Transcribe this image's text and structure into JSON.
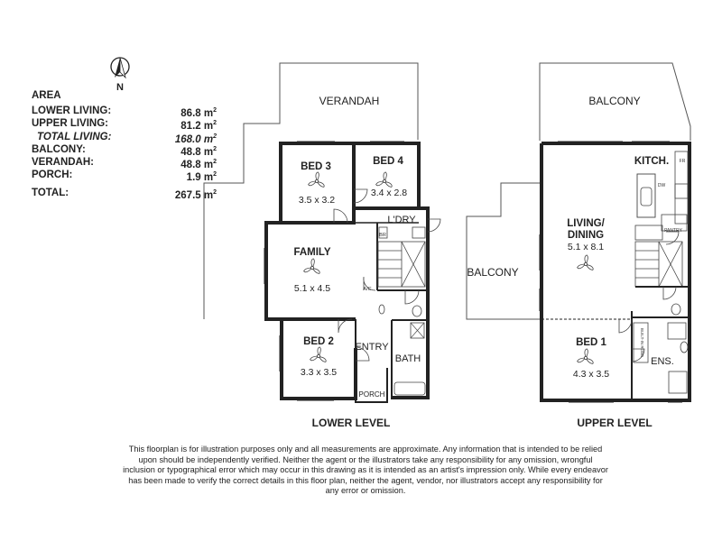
{
  "compass": {
    "label": "N"
  },
  "area_table": {
    "title": "AREA",
    "rows": [
      {
        "label": "LOWER LIVING:",
        "value": "86.8 m",
        "unit_sup": "2"
      },
      {
        "label": "UPPER LIVING:",
        "value": "81.2 m",
        "unit_sup": "2"
      },
      {
        "label": "TOTAL LIVING:",
        "value": "168.0 m",
        "unit_sup": "2"
      },
      {
        "label": "BALCONY:",
        "value": "48.8 m",
        "unit_sup": "2"
      },
      {
        "label": "VERANDAH:",
        "value": "48.8 m",
        "unit_sup": "2"
      },
      {
        "label": "PORCH:",
        "value": "1.9 m",
        "unit_sup": "2"
      },
      {
        "label": "TOTAL:",
        "value": "267.5 m",
        "unit_sup": "2"
      }
    ]
  },
  "lower_level": {
    "title": "LOWER LEVEL",
    "verandah": "VERANDAH",
    "bed3": {
      "name": "BED 3",
      "size": "3.5 x 3.2"
    },
    "bed4": {
      "name": "BED 4",
      "size": "3.4 x 2.8"
    },
    "laundry": "L'DRY",
    "family": {
      "name": "FAMILY",
      "size": "5.1 x 4.5"
    },
    "bed2": {
      "name": "BED 2",
      "size": "3.3 x 3.5"
    },
    "entry": "ENTRY",
    "bath": "BATH",
    "porch": "PORCH",
    "br_tag": "BR",
    "ac_tag": "A/C"
  },
  "upper_level": {
    "title": "UPPER LEVEL",
    "balcony_top": "BALCONY",
    "balcony_left": "BALCONY",
    "kitchen": "KITCH.",
    "living": {
      "name": "LIVING/",
      "name2": "DINING",
      "size": "5.1 x 8.1"
    },
    "pantry": "PANTRY",
    "fr_tag": "FR",
    "dw_tag": "DW",
    "bed1": {
      "name": "BED 1",
      "size": "4.3 x 3.5"
    },
    "ensuite": "ENS.",
    "robe": "BUILT-IN ROBE"
  },
  "disclaimer": "This floorplan is for illustration purposes only and all measurements are approximate. Any information that is intended to be relied upon should be independently verified. Neither the agent or the illustrators take any responsibility for any omission, wrongful inclusion or typographical error which may occur in this drawing as it is intended as an artist's impression only. While every endeavor has been made to verify the correct details in this floor plan, neither the agent, vendor, nor illustrators accept any responsibility for any error or omission."
}
